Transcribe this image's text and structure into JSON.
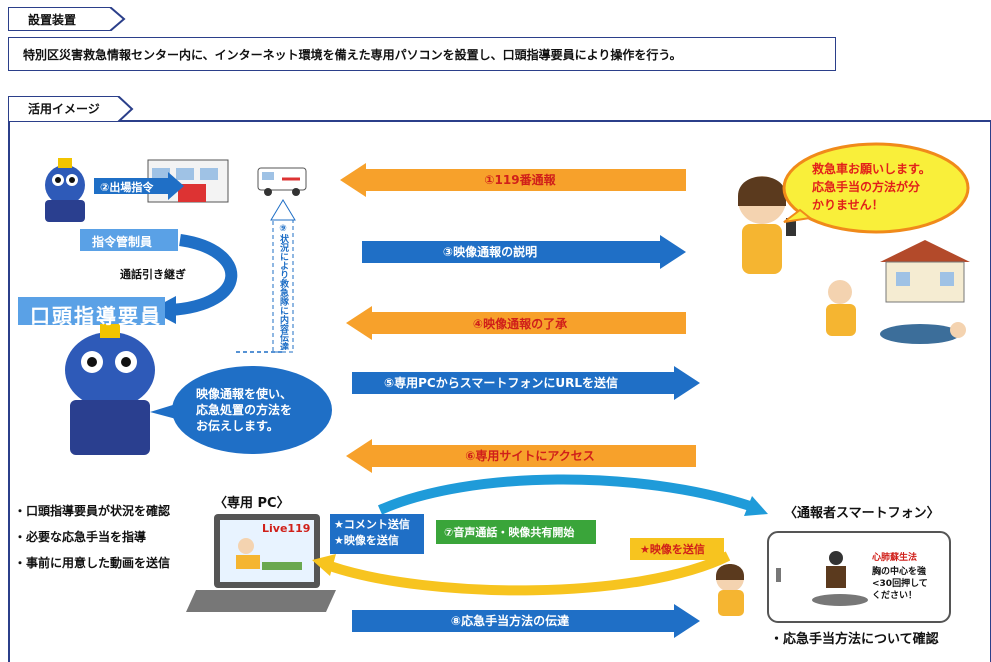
{
  "sections": {
    "device_tab": "設置装置",
    "device_description": "特別区災害救急情報センター内に、インターネット環境を備えた専用パソコンを設置し、口頭指導要員により操作を行う。",
    "usage_tab": "活用イメージ"
  },
  "left": {
    "dispatch_command": "②出場指令",
    "dispatcher": "指令管制員",
    "handover": "通話引き継ぎ",
    "instructor": "口頭指導要員",
    "instructor_speech": "映像通報を使い、\n応急処置の方法を\nお伝えします。",
    "vertical_note": "⑨状況により救急隊に内容伝達"
  },
  "caller": {
    "speech": "救急車お願いします。\n応急手当の方法が分\nかりません！"
  },
  "steps": [
    {
      "label": "①119番通報",
      "direction": "left",
      "color": "#f7a12b",
      "text_color": "#d0201a"
    },
    {
      "label": "③映像通報の説明",
      "direction": "right",
      "color": "#1f6fc6",
      "text_color": "#ffffff"
    },
    {
      "label": "④映像通報の了承",
      "direction": "left",
      "color": "#f7a12b",
      "text_color": "#d0201a"
    },
    {
      "label": "⑤専用PCからスマートフォンにURLを送信",
      "direction": "right",
      "color": "#1f6fc6",
      "text_color": "#ffffff"
    },
    {
      "label": "⑥専用サイトにアクセス",
      "direction": "left",
      "color": "#f7a12b",
      "text_color": "#d0201a"
    },
    {
      "label": "⑧応急手当方法の伝達",
      "direction": "right",
      "color": "#1f6fc6",
      "text_color": "#ffffff"
    }
  ],
  "pc": {
    "title": "〈専用 PC〉",
    "screen_label": "Live119",
    "bullets": [
      "・口頭指導要員が状況を確認",
      "・必要な応急手当を指導",
      "・事前に用意した動画を送信"
    ]
  },
  "exchange": {
    "send_box": "★コメント送信\n★映像を送信",
    "start": "⑦音声通話・映像共有開始",
    "caller_send": "★映像を送信"
  },
  "phone": {
    "title": "〈通報者スマートフォン〉",
    "heading": "心肺蘇生法",
    "body": "胸の中心を強\n<30回押して\nください！",
    "caption": "・応急手当方法について確認"
  },
  "colors": {
    "accent_blue": "#1f6fc6",
    "accent_orange": "#f7a12b",
    "frame_navy": "#2b3f8a"
  }
}
